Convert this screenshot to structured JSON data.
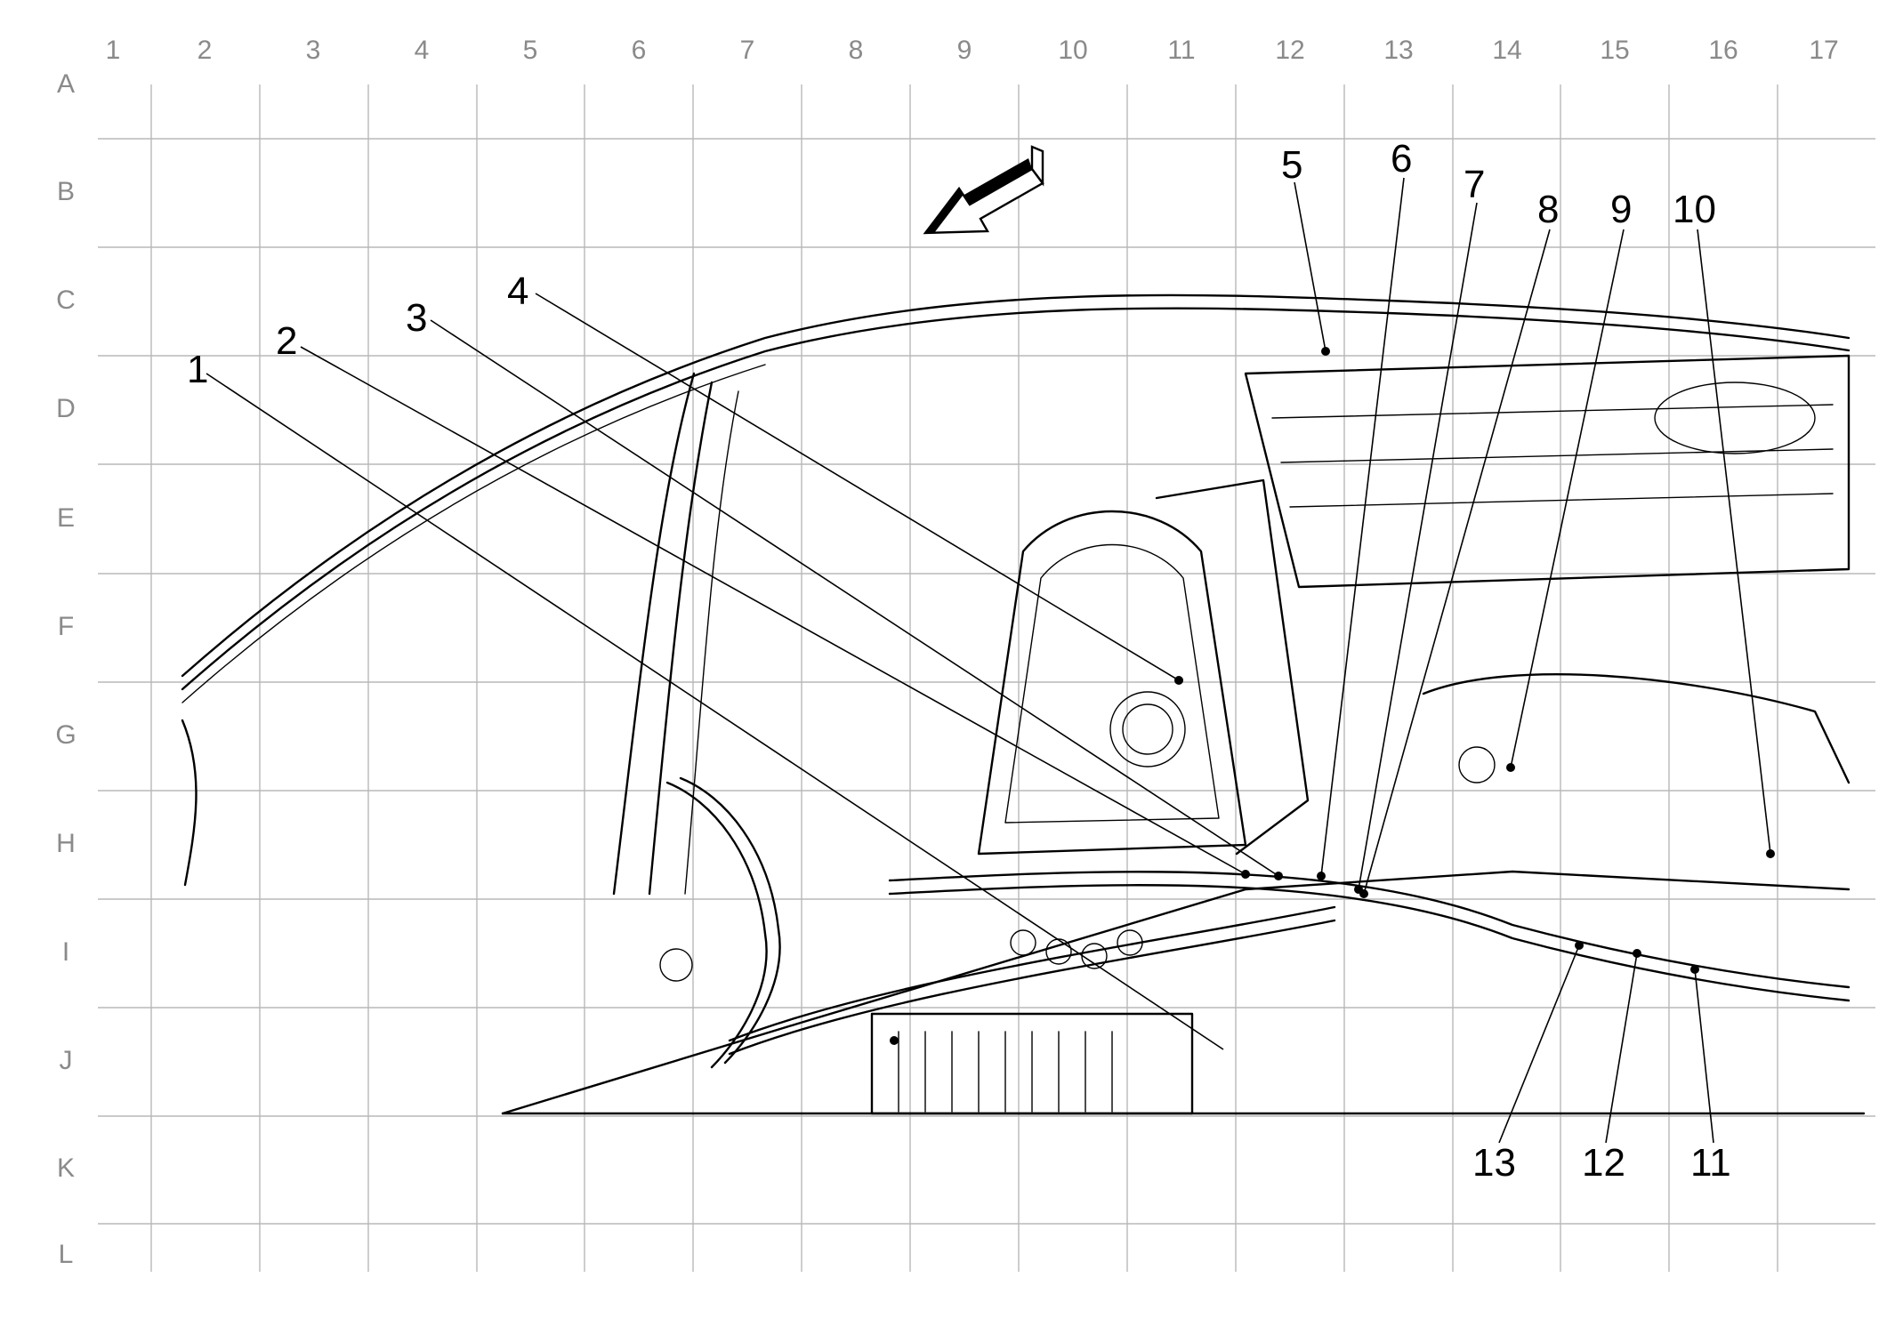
{
  "grid": {
    "columns": [
      "1",
      "2",
      "3",
      "4",
      "5",
      "6",
      "7",
      "8",
      "9",
      "10",
      "11",
      "12",
      "13",
      "14",
      "15",
      "16",
      "17"
    ],
    "rows": [
      "A",
      "B",
      "C",
      "D",
      "E",
      "F",
      "G",
      "H",
      "I",
      "J",
      "K",
      "L"
    ]
  },
  "callouts": [
    {
      "label": "1"
    },
    {
      "label": "2"
    },
    {
      "label": "3"
    },
    {
      "label": "4"
    },
    {
      "label": "5"
    },
    {
      "label": "6"
    },
    {
      "label": "7"
    },
    {
      "label": "8"
    },
    {
      "label": "9"
    },
    {
      "label": "10"
    },
    {
      "label": "11"
    },
    {
      "label": "12"
    },
    {
      "label": "13"
    }
  ],
  "icons": {
    "direction_arrow": "forward-direction-arrow-icon"
  }
}
